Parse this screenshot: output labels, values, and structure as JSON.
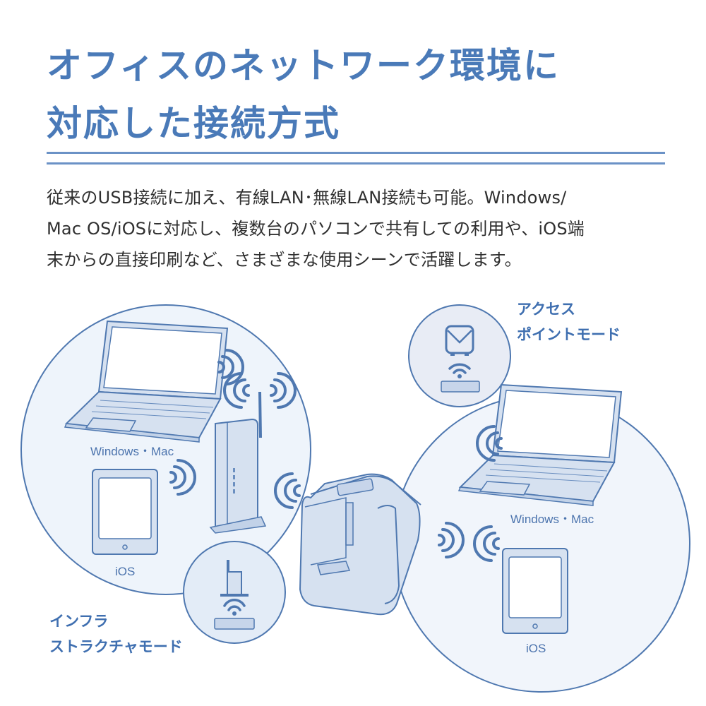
{
  "header": {
    "title_lines": [
      "オフィスのネットワーク環境に",
      "対応した接続方式"
    ]
  },
  "description": {
    "lines": [
      "従来のUSB接続に加え、有線LAN･無線LAN接続も可能。Windows/",
      "Mac OS/iOSに対応し、複数台のパソコンで共有しての利用や、iOS端",
      "末からの直接印刷など、さまざまな使用シーンで活躍します。"
    ]
  },
  "diagram": {
    "infrastructure_mode": {
      "label_lines": [
        "インフラ",
        "ストラクチャモード"
      ],
      "devices": [
        {
          "type": "laptop",
          "label": "Windows・Mac"
        },
        {
          "type": "tablet",
          "label": "iOS"
        },
        {
          "type": "wireless-router",
          "label": ""
        }
      ]
    },
    "access_point_mode": {
      "label_lines": [
        "アクセス",
        "ポイントモード"
      ],
      "devices": [
        {
          "type": "laptop",
          "label": "Windows・Mac"
        },
        {
          "type": "tablet",
          "label": "iOS"
        }
      ]
    },
    "center_device": "label-printer"
  },
  "colors": {
    "accent": "#4a7ab8",
    "line": "#4f78b0",
    "circle_fill": "#eef4fb",
    "device_fill": "#d6e1f0",
    "body_text": "#2f2f2f"
  }
}
